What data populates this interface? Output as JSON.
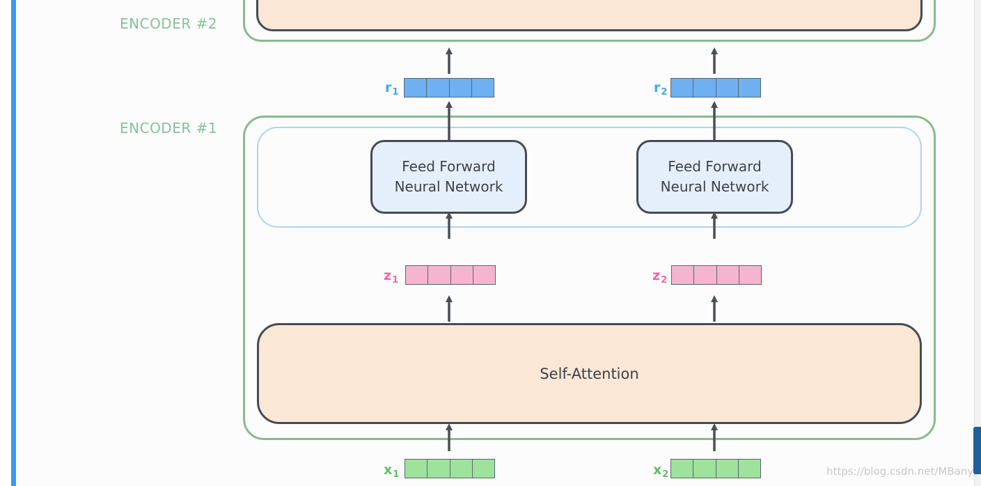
{
  "encoder2": {
    "label": "ENCODER #2"
  },
  "encoder1": {
    "label": "ENCODER #1",
    "ffn_left": {
      "line1": "Feed Forward",
      "line2": "Neural Network"
    },
    "ffn_right": {
      "line1": "Feed Forward",
      "line2": "Neural Network"
    },
    "self_attention": "Self-Attention"
  },
  "vectors": {
    "r1": {
      "letter": "r",
      "sub": "1",
      "color": "#6eb0f0"
    },
    "r2": {
      "letter": "r",
      "sub": "2",
      "color": "#6eb0f0"
    },
    "z1": {
      "letter": "z",
      "sub": "1",
      "color": "#f6b4d0"
    },
    "z2": {
      "letter": "z",
      "sub": "2",
      "color": "#f6b4d0"
    },
    "x1": {
      "letter": "x",
      "sub": "1",
      "color": "#9ee29b"
    },
    "x2": {
      "letter": "x",
      "sub": "2",
      "color": "#9ee29b"
    }
  },
  "watermark": "https://blog.csdn.net/MBanyan"
}
